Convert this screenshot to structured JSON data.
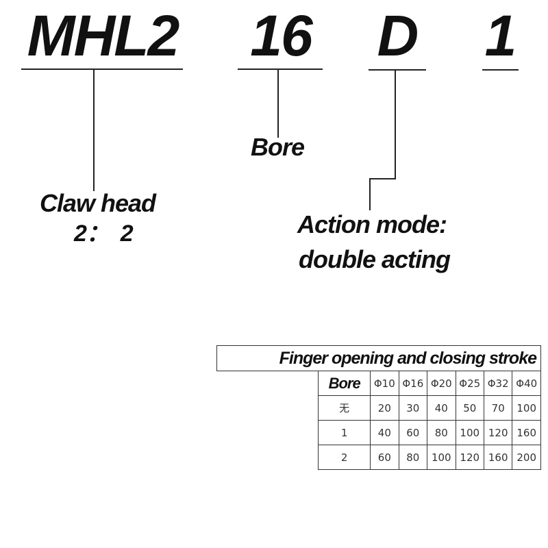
{
  "code": {
    "series": "MHL2",
    "bore": "16",
    "action": "D",
    "stroke": "1"
  },
  "labels": {
    "claw_head_title": "Claw head",
    "claw_head_value": "2：  2",
    "bore": "Bore",
    "action_line1": "Action mode:",
    "action_line2": "double acting"
  },
  "table": {
    "title": "Finger opening and closing stroke",
    "bore_label": "Bore",
    "columns": [
      "Φ10",
      "Φ16",
      "Φ20",
      "Φ25",
      "Φ32",
      "Φ40"
    ],
    "rows": [
      {
        "label": "无",
        "values": [
          "20",
          "30",
          "40",
          "50",
          "70",
          "100"
        ]
      },
      {
        "label": "1",
        "values": [
          "40",
          "60",
          "80",
          "100",
          "120",
          "160"
        ]
      },
      {
        "label": "2",
        "values": [
          "60",
          "80",
          "100",
          "120",
          "160",
          "200"
        ]
      }
    ]
  }
}
